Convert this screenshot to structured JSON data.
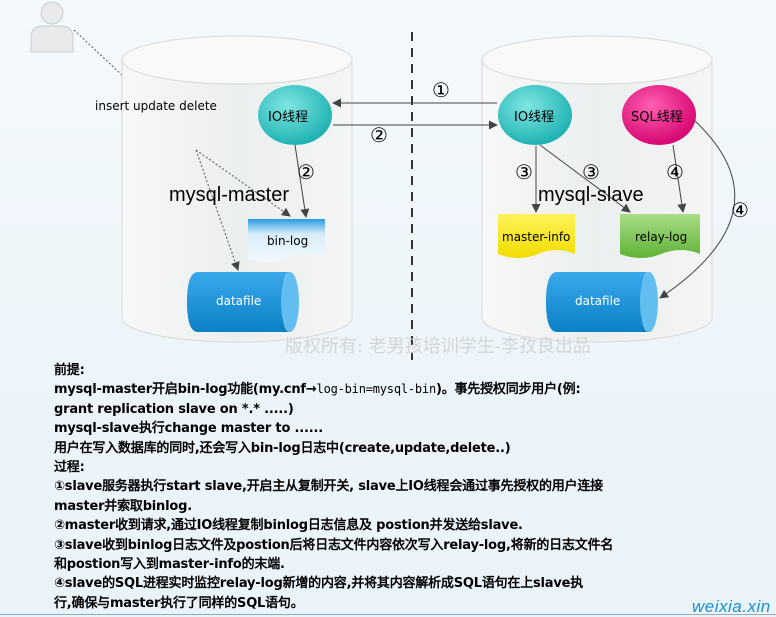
{
  "diagram": {
    "insert_label": "insert update delete",
    "master_label": "mysql-master",
    "slave_label": "mysql-slave",
    "master_io_thread": "IO线程",
    "slave_io_thread": "IO线程",
    "slave_sql_thread": "SQL线程",
    "binlog_doc": "bin-log",
    "master_info_doc": "master-info",
    "relay_log_doc": "relay-log",
    "master_datafile": "datafile",
    "slave_datafile": "datafile",
    "step1": "①",
    "step2_arrow": "②",
    "step2_master": "②",
    "step3_a": "③",
    "step3_b": "③",
    "step4_relay": "④",
    "step4_curve": "④",
    "watermark": "版权所有: 老男孩培训学生-李孜良出品",
    "colors": {
      "cylinder": "#eef0f0",
      "io_thread": "#2ec7c4",
      "sql_thread": "#e6007a",
      "binlog": "#1e90d9",
      "master_info": "#f5e500",
      "relay_log": "#6fbf3f",
      "datafile": "#0b8fd6"
    }
  },
  "notes": {
    "l1": "前提:",
    "l2a": "mysql-master开启bin-log功能(my.cnf→",
    "l2b": "log-bin=mysql-bin",
    "l2c": ")。事先授权同步用户(例:",
    "l3": "grant replication slave on *.*    .....)",
    "l4": "mysql-slave执行change master to    ......",
    "l5": "用户在写入数据库的同时,还会写入bin-log日志中(create,update,delete..)",
    "l6": "过程:",
    "l7": "①slave服务器执行start slave,开启主从复制开关, slave上IO线程会通过事先授权的用户连接",
    "l8": "master并索取binlog.",
    "l9": "②master收到请求,通过IO线程复制binlog日志信息及 postion并发送给slave.",
    "l10": "③slave收到binlog日志文件及postion后将日志文件内容依次写入relay-log,将新的日志文件名",
    "l11": "和postion写入到master-info的末端.",
    "l12": "④slave的SQL进程实时监控relay-log新增的内容,并将其内容解析成SQL语句在上slave执",
    "l13": "行,确保与master执行了同样的SQL语句。"
  },
  "site_watermark": "weixia.xin"
}
